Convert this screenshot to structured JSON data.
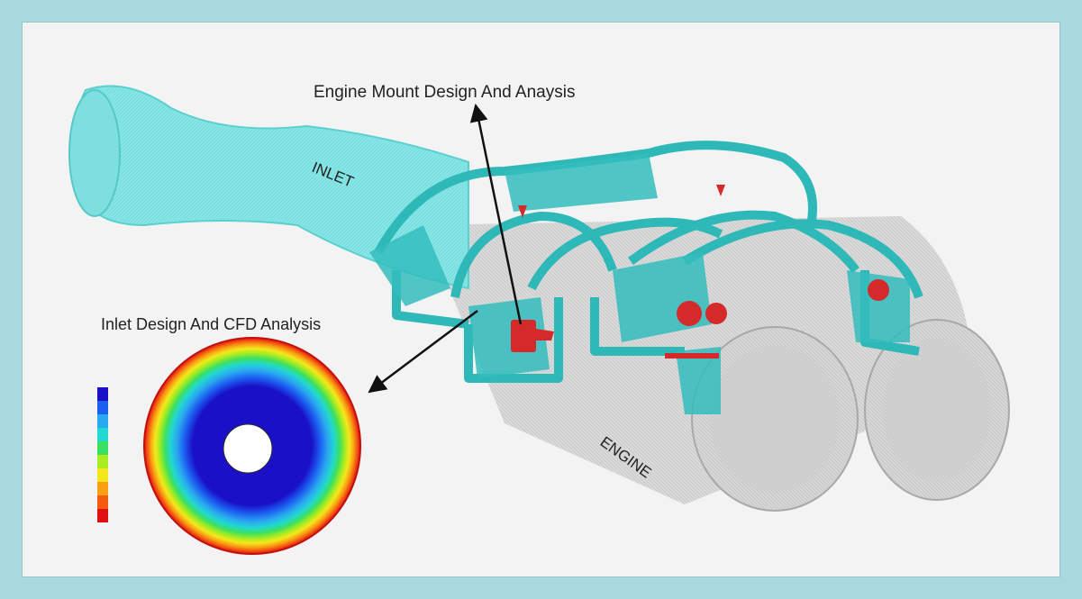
{
  "labels": {
    "mount_title": "Engine Mount Design And Anaysis",
    "inlet_title": "Inlet Design And CFD Analysis",
    "inlet": "INLET",
    "engine": "ENGINE"
  },
  "colors": {
    "frame": "#a9d8dd",
    "panel": "#f3f3f3",
    "inlet_duct": "#7fe3e3",
    "mount_frame": "#2fb8b8",
    "engine_cylinder": "#d2d2d2",
    "mount_parts": "#d42a2a"
  },
  "cfd_legend_colors": [
    "#1a10c8",
    "#1c5ef0",
    "#2aa8f0",
    "#22d8d0",
    "#3ce060",
    "#a8ec20",
    "#f4e81c",
    "#f8a014",
    "#f45a10",
    "#e01010"
  ]
}
